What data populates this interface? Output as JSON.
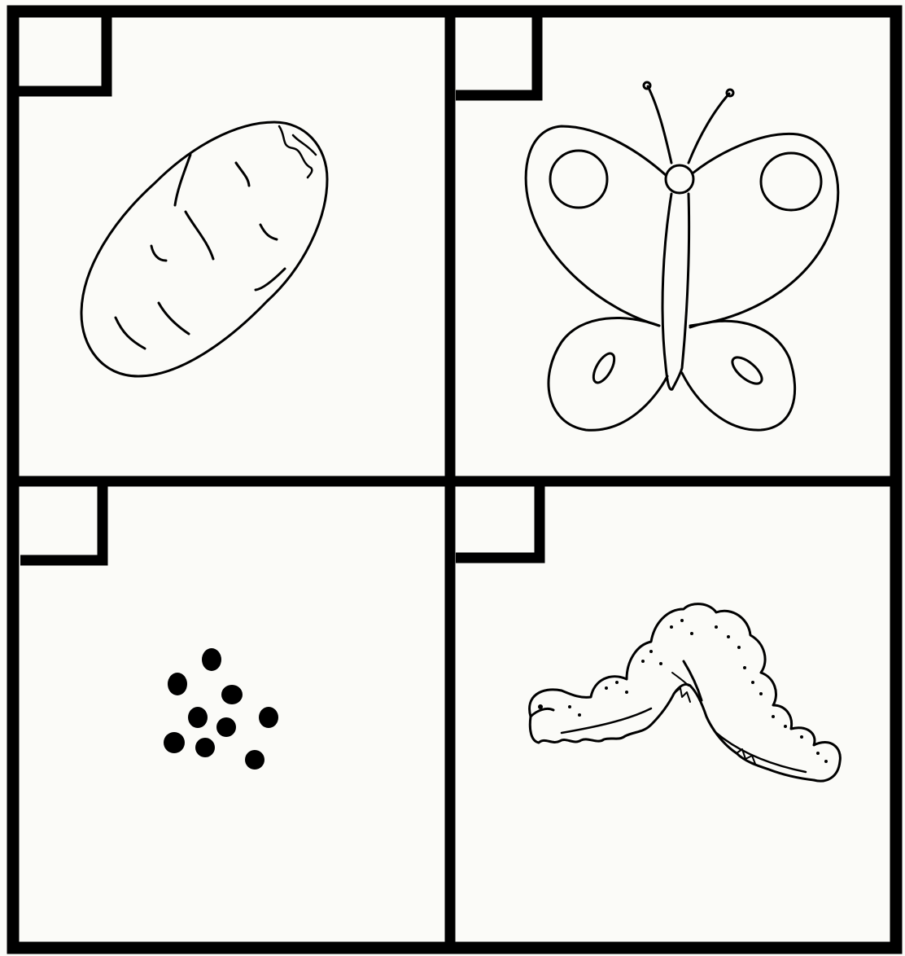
{
  "worksheet": {
    "ink_color": "#000000",
    "paper_color": "#fbfbf8",
    "panels": [
      {
        "id": "top-left",
        "stage": "cocoon",
        "icon": "cocoon-icon",
        "answer_box": ""
      },
      {
        "id": "top-right",
        "stage": "butterfly",
        "icon": "butterfly-icon",
        "answer_box": ""
      },
      {
        "id": "bottom-left",
        "stage": "eggs",
        "icon": "eggs-icon",
        "answer_box": ""
      },
      {
        "id": "bottom-right",
        "stage": "caterpillar",
        "icon": "caterpillar-icon",
        "answer_box": ""
      }
    ]
  }
}
